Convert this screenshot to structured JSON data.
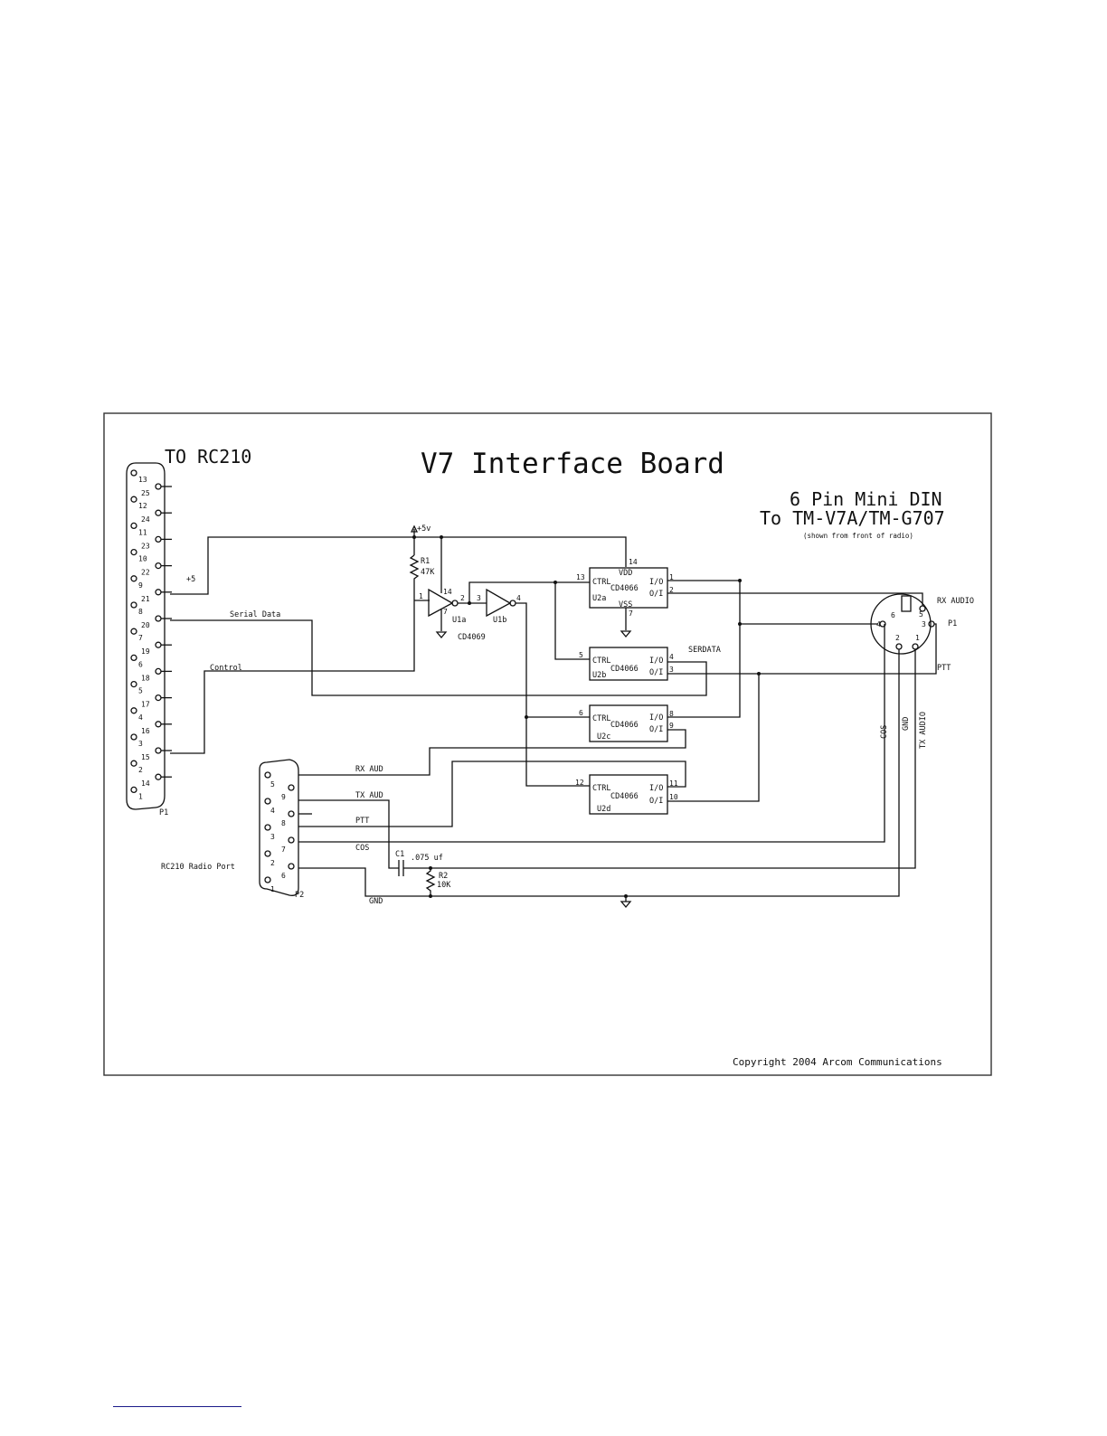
{
  "title": "V7 Interface Board",
  "left_header": "TO RC210",
  "right_header": {
    "line1": "6 Pin Mini DIN",
    "line2": "To TM-V7A/TM-G707",
    "note": "(shown from front of radio)"
  },
  "copyright": "Copyright 2004 Arcom Communications",
  "db25": {
    "ref": "P1",
    "left_pins": [
      "13",
      "12",
      "11",
      "10",
      "9",
      "8",
      "7",
      "6",
      "5",
      "4",
      "3",
      "2",
      "1"
    ],
    "right_pins": [
      "25",
      "24",
      "23",
      "22",
      "21",
      "20",
      "19",
      "18",
      "17",
      "16",
      "15",
      "14"
    ]
  },
  "db9": {
    "ref": "P2",
    "caption": "RC210 Radio Port",
    "left_pins": [
      "5",
      "4",
      "3",
      "2",
      "1"
    ],
    "right_pins": [
      "9",
      "8",
      "7",
      "6"
    ]
  },
  "din": {
    "ref": "P1",
    "pins": [
      "6",
      "5",
      "4",
      "3",
      "2",
      "1"
    ],
    "labels": {
      "rx_audio": "RX AUDIO",
      "ptt": "PTT",
      "cos": "COS",
      "gnd": "GND",
      "tx_audio": "TX AUDIO"
    }
  },
  "nets": {
    "plus5": "+5",
    "serial_data": "Serial Data",
    "control": "Control",
    "rx_aud": "RX AUD",
    "tx_aud": "TX AUD",
    "ptt": "PTT",
    "cos": "COS",
    "gnd": "GND",
    "serdata": "SERDATA",
    "vcc": "+5v"
  },
  "components": {
    "r1": {
      "ref": "R1",
      "value": "47K"
    },
    "r2": {
      "ref": "R2",
      "value": "10K"
    },
    "c1": {
      "ref": "C1",
      "value": ".075 uf"
    },
    "u1a": {
      "ref": "U1a",
      "in_pin": "1",
      "out_pin": "2",
      "vdd_pin": "14",
      "vss_pin": "7"
    },
    "u1b": {
      "ref": "U1b",
      "in_pin": "3",
      "out_pin": "4"
    },
    "u1_part": "CD4069"
  },
  "switches": [
    {
      "ref": "U2a",
      "part": "CD4066",
      "ctrl": "CTRL",
      "io": "I/O",
      "oi": "O/I",
      "ctrl_pin": "13",
      "io_pin": "1",
      "oi_pin": "2",
      "vdd": "VDD",
      "vss": "VSS",
      "vdd_pin": "14",
      "vss_pin": "7"
    },
    {
      "ref": "U2b",
      "part": "CD4066",
      "ctrl": "CTRL",
      "io": "I/O",
      "oi": "O/I",
      "ctrl_pin": "5",
      "io_pin": "4",
      "oi_pin": "3"
    },
    {
      "ref": "U2c",
      "part": "CD4066",
      "ctrl": "CTRL",
      "io": "I/O",
      "oi": "O/I",
      "ctrl_pin": "6",
      "io_pin": "8",
      "oi_pin": "9"
    },
    {
      "ref": "U2d",
      "part": "CD4066",
      "ctrl": "CTRL",
      "io": "I/O",
      "oi": "O/I",
      "ctrl_pin": "12",
      "io_pin": "11",
      "oi_pin": "10"
    }
  ]
}
